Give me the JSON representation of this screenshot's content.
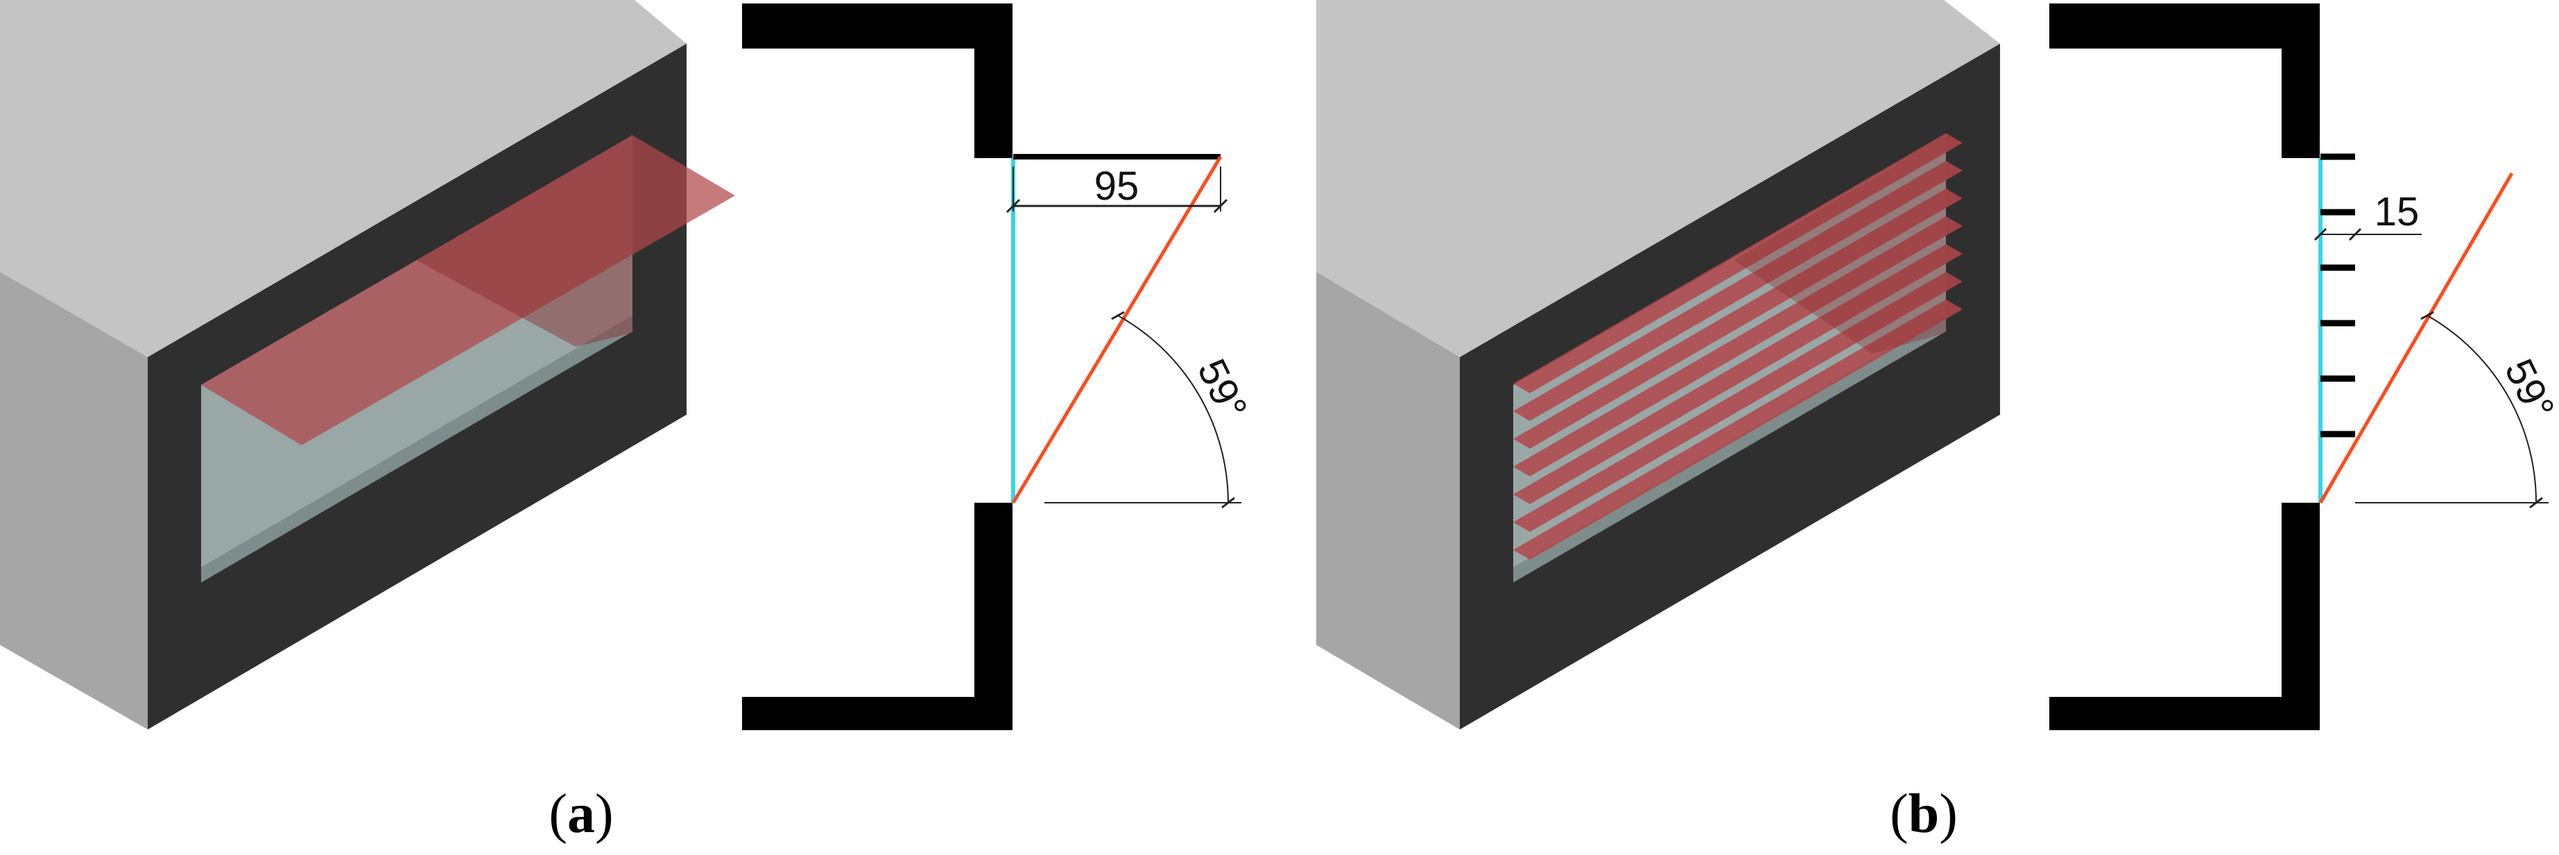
{
  "panels": [
    {
      "caption_open": "(",
      "caption_letter": "a",
      "caption_close": ")",
      "dimension_label": "95",
      "angle_label": "59°"
    },
    {
      "caption_open": "(",
      "caption_letter": "b",
      "caption_close": ")",
      "dimension_label": "15",
      "angle_label": "59°"
    }
  ],
  "colors": {
    "block_top": "#c4c4c4",
    "block_side": "#a6a6a6",
    "block_front": "#2f2f2f",
    "glass": "#9aa7a7",
    "glass_inner": "#7f8c8c",
    "shading_red": "#b0474a",
    "wall": "#000000",
    "glazing_line": "#33d6e6",
    "shade_line": "#ff4a1c",
    "dimension": "#222222"
  }
}
